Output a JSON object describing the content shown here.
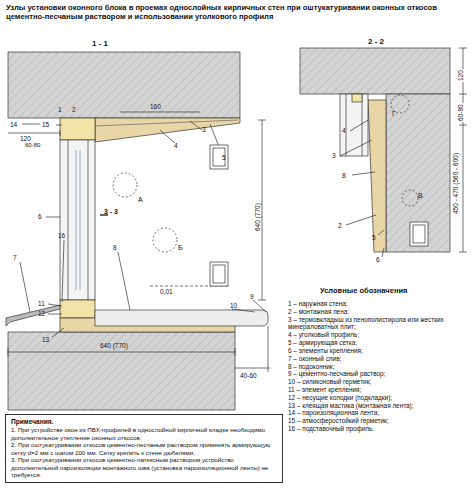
{
  "diagram": {
    "title": "Узлы установки оконного блока в проемах однослойных кирпичных стен при оштукатуривании оконных откосов цементно-песчаным раствором и использовании уголкового профиля",
    "nodes": [
      {
        "text": [
          "Примечания.",
          "1. При устройстве окон из ПВХ-профилей в однослойной кирпичной кладке необходимо дополнительное утепление оконных откосов.",
          "2. При оштукатуривании откосов цементно-песчаным раствором применять армирующую сетку d=2 мм с шагом 100 мм. Сетку крепить к стене дюбелями.",
          "3. При оштукатуривании откосов цементно-латексным раствором устройство дополнительной пароизоляции монтажного шва (установка пароизоляционной ленты) не требуется."
        ]
      }
    ],
    "labels": [
      "1 - 1",
      "2 - 2",
      "3 - 3",
      "14",
      "15",
      "1",
      "2",
      "160",
      "4",
      "3",
      "5",
      "120",
      "60-80",
      "А",
      "Б",
      "6",
      "7",
      "16",
      "8",
      "0,01",
      "10",
      "9",
      "11",
      "12",
      "13",
      "640 (770)",
      "40-60",
      "640 (770)",
      "120",
      "Г",
      "60-80",
      "4",
      "3",
      "8",
      "2",
      "В",
      "5",
      "6",
      "450 - 470 (560 - 600)",
      "Условные обозначения"
    ],
    "legend": [
      {
        "text": "1 – наружная стена;"
      },
      {
        "text": "2 – монтажная пена;"
      },
      {
        "text": "3 – термовкладыш из пенополистирола или жестких минераловатных плит;"
      },
      {
        "text": "4 – уголковый профиль;"
      },
      {
        "text": "5 – армирующая сетка;"
      },
      {
        "text": "6 – элементы крепления;"
      },
      {
        "text": "7 – оконный слив;"
      },
      {
        "text": "8 – подоконник;"
      },
      {
        "text": "9 – цементно-песчаный раствор;"
      },
      {
        "text": "10 – силиконовый герметик;"
      },
      {
        "text": "11 – элемент крепления;"
      },
      {
        "text": "12 – несущие колодки (подкладки);"
      },
      {
        "text": "13 – клеящая мастика (монтажная лента);"
      },
      {
        "text": "14 – пароизоляционная лента;"
      },
      {
        "text": "15 – атмосферостойкий герметик;"
      },
      {
        "text": "16 – подставочный профиль."
      }
    ]
  }
}
